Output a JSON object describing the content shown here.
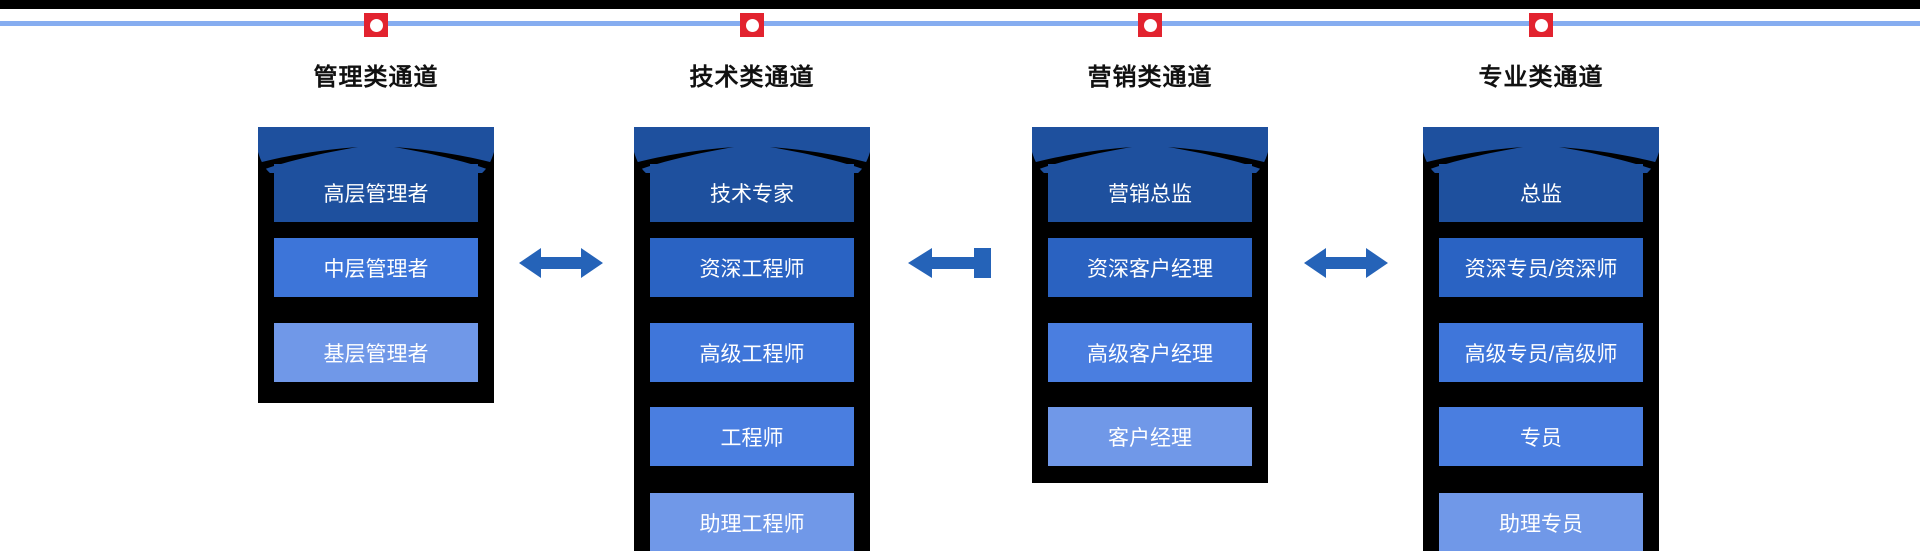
{
  "page": {
    "background": "#ffffff"
  },
  "top_banner": {
    "bar_color": "#000000",
    "line_color": "#86adf0"
  },
  "markers": {
    "color": "#e2232f",
    "dot_color": "#ffffff"
  },
  "frame_color": "#000000",
  "arrow_color": "#2563b8",
  "arrows": [
    {
      "type": "double-headed"
    },
    {
      "type": "single-left-with-tail"
    },
    {
      "type": "double-headed"
    }
  ],
  "channels": [
    {
      "title": "管理类通道",
      "levels": [
        {
          "label": "高层管理者",
          "color": "#1e509e"
        },
        {
          "label": "中层管理者",
          "color": "#3d75d9"
        },
        {
          "label": "基层管理者",
          "color": "#7098e8"
        }
      ]
    },
    {
      "title": "技术类通道",
      "levels": [
        {
          "label": "技术专家",
          "color": "#1e509e"
        },
        {
          "label": "资深工程师",
          "color": "#2a63c3"
        },
        {
          "label": "高级工程师",
          "color": "#3f76da"
        },
        {
          "label": "工程师",
          "color": "#4a7ee0"
        },
        {
          "label": "助理工程师",
          "color": "#7098e8"
        }
      ]
    },
    {
      "title": "营销类通道",
      "levels": [
        {
          "label": "营销总监",
          "color": "#1e509e"
        },
        {
          "label": "资深客户经理",
          "color": "#2a62c1"
        },
        {
          "label": "高级客户经理",
          "color": "#4a7ee0"
        },
        {
          "label": "客户经理",
          "color": "#7098e8"
        }
      ]
    },
    {
      "title": "专业类通道",
      "levels": [
        {
          "label": "总监",
          "color": "#1e509e"
        },
        {
          "label": "资深专员/资深师",
          "color": "#2a63c3"
        },
        {
          "label": "高级专员/高级师",
          "color": "#3f76da"
        },
        {
          "label": "专员",
          "color": "#4a7ee0"
        },
        {
          "label": "助理专员",
          "color": "#7098e8"
        }
      ]
    }
  ]
}
